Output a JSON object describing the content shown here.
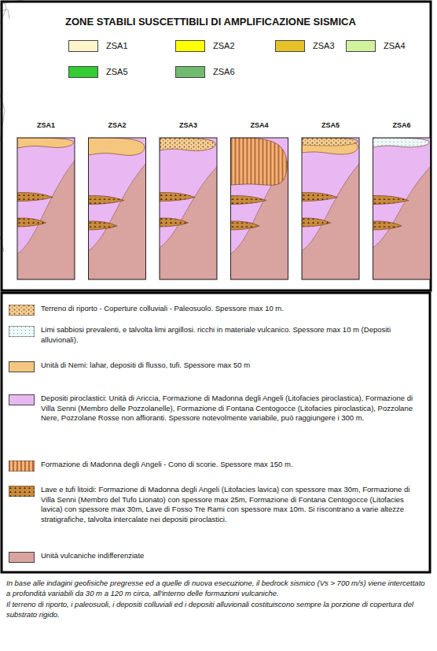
{
  "diagram": {
    "title": "ZONE STABILI SUSCETTIBILI DI AMPLIFICAZIONE SISMICA",
    "caption": "In base alle indagini geofisiche pregresse ed a quelle di nuova esecuzione, il bedrock sismico (Vs > 700 m/s) viene intercettato a profondità variabili da 30 m a 120 m circa, all'interno delle formazioni vulcaniche.",
    "labels": [
      "ZSA1",
      "ZSA2",
      "ZSA3",
      "ZSA4",
      "ZSA5",
      "ZSA6",
      "Il terreno di riporto, i paleosuoli, i depositi colluviali ed i depositi alluvionali costituiscono sempre la porzione di copertura del substrato rigido."
    ],
    "legend": [
      {
        "text": "ZSA1",
        "color": "#fff5cc"
      },
      {
        "text": "ZSA2",
        "color": "#ffff00"
      },
      {
        "text": "ZSA3",
        "color": "#e6c229"
      },
      {
        "text": "ZSA4",
        "color": "#d2f29f"
      },
      {
        "text": "ZSA5",
        "color": "#33cc33"
      },
      {
        "text": "ZSA6",
        "color": "#72ba6e"
      },
      {
        "text": "Terreno di riporto - Coperture colluviali - Paleosuolo. Spessore max 10 m."
      },
      {
        "text": "Limi sabbiosi prevalenti, e talvolta limi argillosi. ricchi in materiale vulcanico. Spessore max 10 m (Depositi alluvionali)."
      },
      {
        "text": "Unità di Nemi: lahar, depositi di flusso, tufi. Spessore max 50 m",
        "color": "#f5c77e"
      },
      {
        "text": "Depositi piroclastici: Unità di Ariccia, Formazione di Madonna degli Angeli (Litofacies piroclastica), Formazione di Villa Senni (Membro delle Pozzolanelle), Formazione di Fontana Centogocce (Litofacies piroclastica), Pozzolane Nere, Pozzolane Rosse non affioranti. Spessore notevolmente variabile, può raggiungere i 300 m.",
        "color": "#e9b8f2"
      },
      {
        "text": "Formazione di Madonna degli Angeli - Cono di scorie. Spessore max 150 m."
      },
      {
        "text": "Lave e tufi litoidi: Formazione di Madonna degli Angeli (Litofacies lavica) con spessore max 30m, Formazione di Villa Senni (Membro del Tufo Lionato) con spessore max 25m, Formazione di Fontana Centogocce (Litofacies lavica) con spessore max 30m, Lave di Fosso Tre Rami con spessore max 10m. Si riscontrano a varie altezze stratigrafiche, talvolta intercalate nei depositi piroclastici."
      },
      {
        "text": "Unità vulcaniche indifferenziate",
        "color": "#d9a3a0"
      }
    ]
  }
}
